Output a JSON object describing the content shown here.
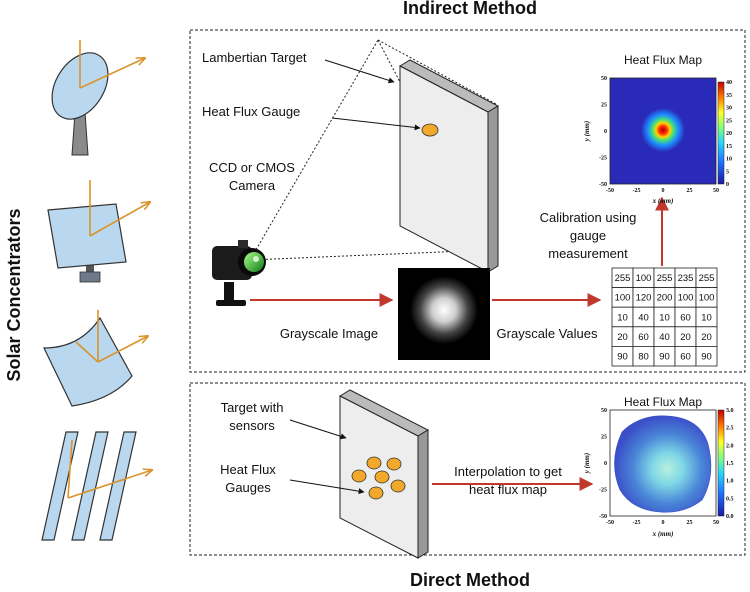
{
  "titles": {
    "indirect": "Indirect Method",
    "direct": "Direct Method",
    "side": "Solar Concentrators"
  },
  "indirect": {
    "lambertian_target": "Lambertian Target",
    "heat_flux_gauge": "Heat Flux Gauge",
    "camera_line1": "CCD or CMOS",
    "camera_line2": "Camera",
    "grayscale_image": "Grayscale Image",
    "grayscale_values": "Grayscale Values",
    "calibration_line1": "Calibration using",
    "calibration_line2": "gauge",
    "calibration_line3": "measurement",
    "map_title": "Heat Flux Map",
    "grid": [
      [
        "255",
        "100",
        "255",
        "235",
        "255"
      ],
      [
        "100",
        "120",
        "200",
        "100",
        "100"
      ],
      [
        "10",
        "40",
        "10",
        "60",
        "10"
      ],
      [
        "20",
        "60",
        "40",
        "20",
        "20"
      ],
      [
        "90",
        "80",
        "90",
        "60",
        "90"
      ]
    ],
    "map_x_ticks": [
      "-50",
      "-25",
      "0",
      "25",
      "50"
    ],
    "map_y_ticks": [
      "50",
      "25",
      "0",
      "-25",
      "-50"
    ],
    "map_xlabel": "x (mm)",
    "map_ylabel": "y (mm)",
    "colorbar_ticks": [
      "40",
      "35",
      "30",
      "25",
      "20",
      "15",
      "10",
      "5",
      "0"
    ]
  },
  "direct": {
    "target_line1": "Target with",
    "target_line2": "sensors",
    "gauges_line1": "Heat Flux",
    "gauges_line2": "Gauges",
    "interp_line1": "Interpolation to get",
    "interp_line2": "heat flux map",
    "map_title": "Heat Flux Map",
    "map_x_ticks": [
      "-50",
      "-25",
      "0",
      "25",
      "50"
    ],
    "map_y_ticks": [
      "50",
      "25",
      "0",
      "-25",
      "-50"
    ],
    "map_xlabel": "x (mm)",
    "map_ylabel": "y (mm)",
    "colorbar_ticks": [
      "3.0",
      "2.5",
      "2.0",
      "1.5",
      "1.0",
      "0.5",
      "0.0"
    ]
  },
  "colors": {
    "arrow": "#c0392b",
    "ray": "#d9942b",
    "concentrator_fill": "#b9d7ee",
    "gauge": "#f2a82a"
  }
}
